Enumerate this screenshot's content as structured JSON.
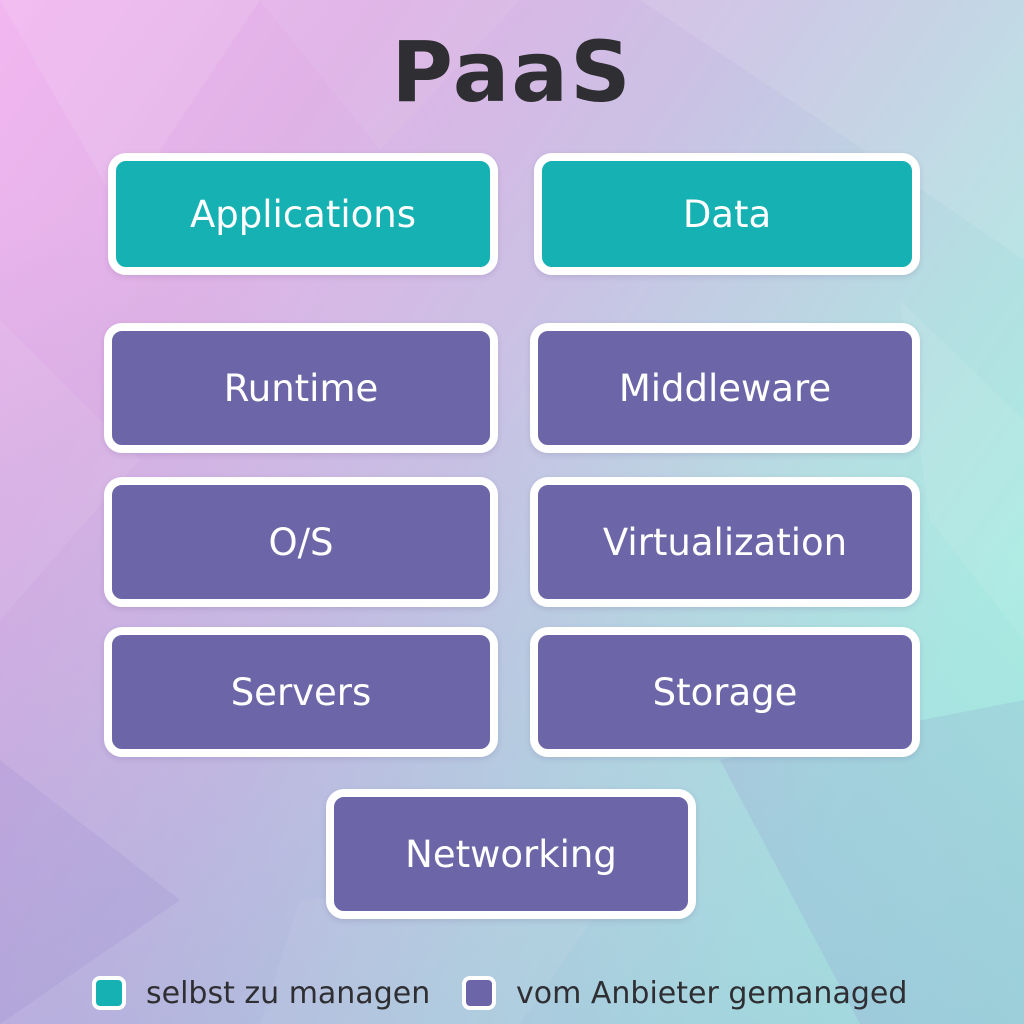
{
  "title": "PaaS",
  "colors": {
    "self_managed": "#15b1b3",
    "provider_managed": "#6c66a8",
    "border": "#ffffff",
    "title_text": "#2f2f33"
  },
  "boxes": {
    "applications": {
      "label": "Applications",
      "managed_by": "self"
    },
    "data": {
      "label": "Data",
      "managed_by": "self"
    },
    "runtime": {
      "label": "Runtime",
      "managed_by": "provider"
    },
    "middleware": {
      "label": "Middleware",
      "managed_by": "provider"
    },
    "os": {
      "label": "O/S",
      "managed_by": "provider"
    },
    "virtualization": {
      "label": "Virtualization",
      "managed_by": "provider"
    },
    "servers": {
      "label": "Servers",
      "managed_by": "provider"
    },
    "storage": {
      "label": "Storage",
      "managed_by": "provider"
    },
    "networking": {
      "label": "Networking",
      "managed_by": "provider"
    }
  },
  "legend": {
    "self": "selbst zu managen",
    "provider": "vom Anbieter gemanaged"
  }
}
